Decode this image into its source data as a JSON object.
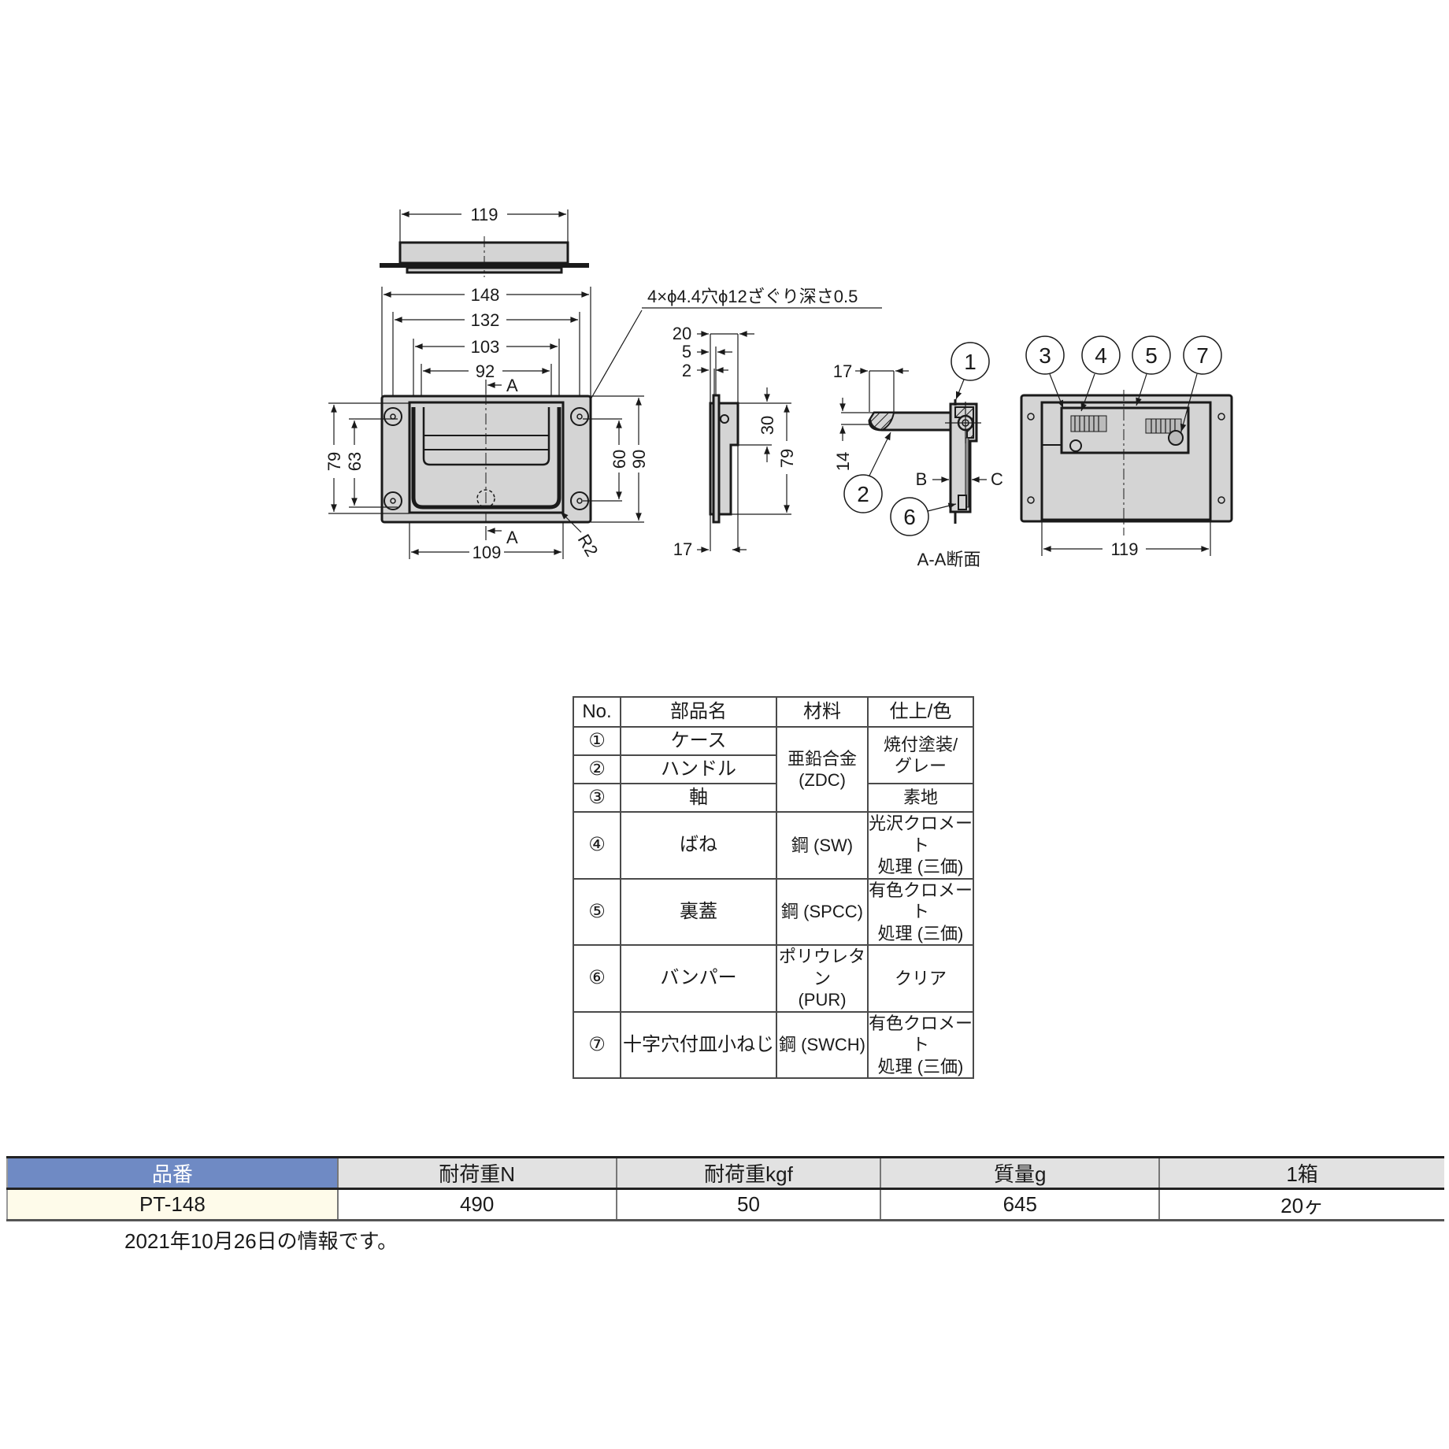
{
  "drawing": {
    "top_view": {
      "width_dim": "119"
    },
    "front_view": {
      "dims_horizontal": [
        "148",
        "132",
        "103",
        "92",
        "109"
      ],
      "dims_vertical_left": [
        "79",
        "63"
      ],
      "dims_vertical_right": [
        "60",
        "90"
      ],
      "section_marker": "A",
      "radius_label": "R2",
      "hole_note": "4×ϕ4.4穴ϕ12ざぐり深さ0.5"
    },
    "side_view": {
      "dims_top": [
        "20",
        "5",
        "2"
      ],
      "dims_right": [
        "30",
        "79"
      ],
      "dim_bottom": "17"
    },
    "section_view": {
      "dim_top": "17",
      "dim_left": "14",
      "arrow_b": "B",
      "arrow_c": "C",
      "callouts": [
        "1",
        "2",
        "6"
      ],
      "caption": "A-A断面"
    },
    "back_view": {
      "callouts": [
        "3",
        "4",
        "5",
        "7"
      ],
      "width_dim": "119"
    }
  },
  "parts_table": {
    "headers": [
      "No.",
      "部品名",
      "材料",
      "仕上/色"
    ],
    "rows": [
      {
        "no": "①",
        "name": "ケース",
        "material": "亜鉛合金",
        "material2": "(ZDC)",
        "finish": "焼付塗装/",
        "finish2": "グレー"
      },
      {
        "no": "②",
        "name": "ハンドル"
      },
      {
        "no": "③",
        "name": "軸",
        "finish": "素地"
      },
      {
        "no": "④",
        "name": "ばね",
        "material": "鋼 (SW)",
        "finish": "光沢クロメート",
        "finish2": "処理 (三価)"
      },
      {
        "no": "⑤",
        "name": "裏蓋",
        "material": "鋼 (SPCC)",
        "finish": "有色クロメート",
        "finish2": "処理 (三価)"
      },
      {
        "no": "⑥",
        "name": "バンパー",
        "material": "ポリウレタン",
        "material2": "(PUR)",
        "finish": "クリア"
      },
      {
        "no": "⑦",
        "name": "十字穴付皿小ねじ",
        "material": "鋼 (SWCH)",
        "finish": "有色クロメート",
        "finish2": "処理 (三価)"
      }
    ]
  },
  "spec_table": {
    "headers": [
      "品番",
      "耐荷重N",
      "耐荷重kgf",
      "質量g",
      "1箱"
    ],
    "rows": [
      [
        "PT-148",
        "490",
        "50",
        "645",
        "20ヶ"
      ]
    ],
    "colors": {
      "key_header_bg": "#6f8ac4",
      "key_cell_bg": "#fefbea",
      "header_bg": "#e2e2e2"
    }
  },
  "note": "2021年10月26日の情報です。"
}
